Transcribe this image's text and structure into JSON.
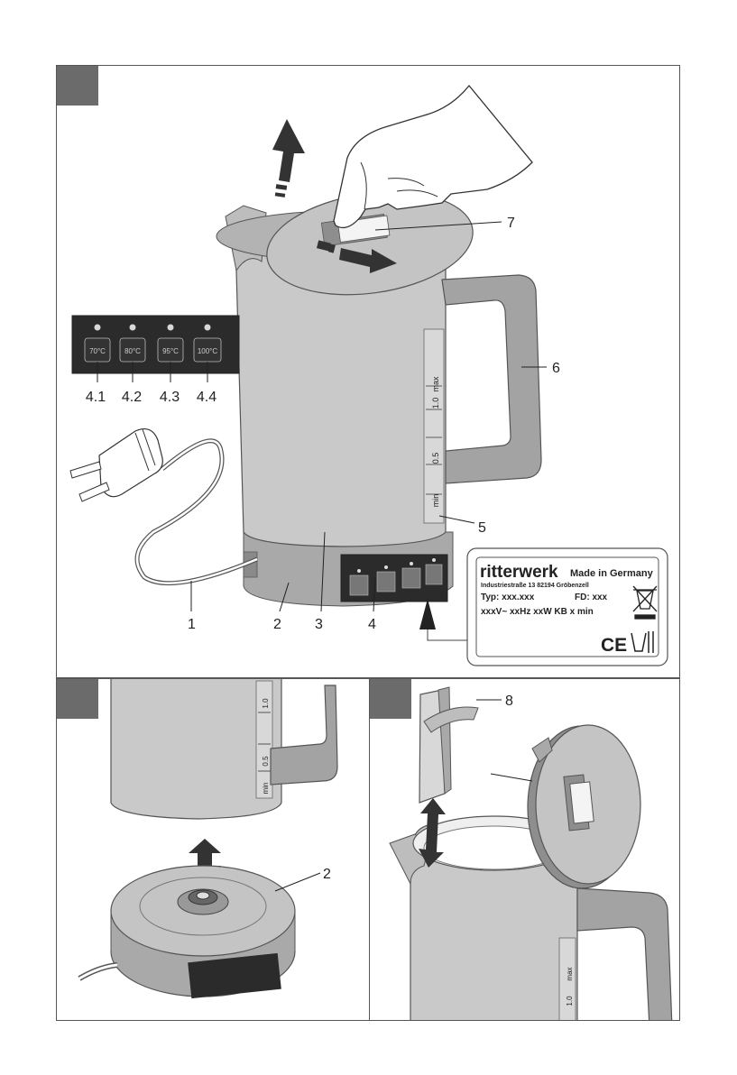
{
  "callouts": {
    "c1": "1",
    "c2": "2",
    "c3": "3",
    "c4": "4",
    "c5": "5",
    "c6": "6",
    "c7": "7",
    "c8": "8",
    "c2b": "2"
  },
  "panel": {
    "buttons": [
      "70°C",
      "80°C",
      "95°C",
      "100°C"
    ],
    "labels": [
      "4.1",
      "4.2",
      "4.3",
      "4.4"
    ]
  },
  "scale": {
    "max": "max",
    "v10": "1.0",
    "v05": "0.5",
    "min": "min"
  },
  "rating_label": {
    "brand": "ritterwerk",
    "made_in": "Made in Germany",
    "address": "Industriestraße 13   82194 Gröbenzell",
    "typ": "Typ: xxx.xxx",
    "fd": "FD: xxx",
    "specs": "xxxV~  xxHz   xxW  KB x min",
    "marks": "CE"
  },
  "colors": {
    "body": "#c9c9c9",
    "dark": "#8a8a8a",
    "tab": "#6b6b6b",
    "panel": "#2b2b2b"
  }
}
